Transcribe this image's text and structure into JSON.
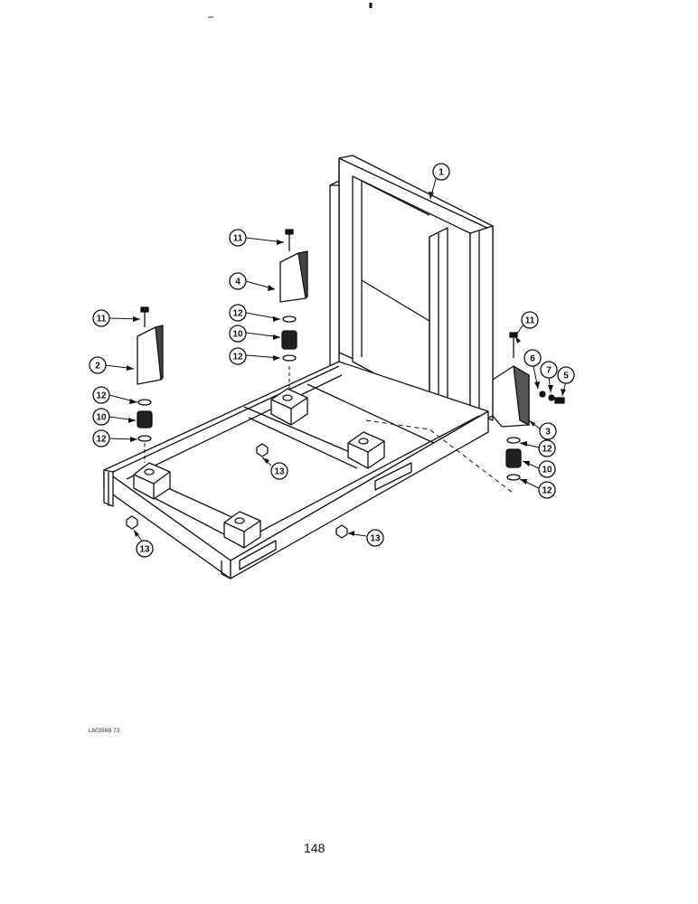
{
  "figure_ref": "L90356B 73",
  "page_number": "148",
  "callouts": [
    {
      "id": "c1",
      "label": "1"
    },
    {
      "id": "c11a",
      "label": "11"
    },
    {
      "id": "c4",
      "label": "4"
    },
    {
      "id": "c12a",
      "label": "12"
    },
    {
      "id": "c10a",
      "label": "10"
    },
    {
      "id": "c12b",
      "label": "12"
    },
    {
      "id": "c11b",
      "label": "11"
    },
    {
      "id": "c2",
      "label": "2"
    },
    {
      "id": "c12c",
      "label": "12"
    },
    {
      "id": "c10b",
      "label": "10"
    },
    {
      "id": "c12d",
      "label": "12"
    },
    {
      "id": "c13a",
      "label": "13"
    },
    {
      "id": "c13b",
      "label": "13"
    },
    {
      "id": "c13c",
      "label": "13"
    },
    {
      "id": "c11c",
      "label": "11"
    },
    {
      "id": "c6",
      "label": "6"
    },
    {
      "id": "c7",
      "label": "7"
    },
    {
      "id": "c5",
      "label": "5"
    },
    {
      "id": "c3",
      "label": "3"
    },
    {
      "id": "c12e",
      "label": "12"
    },
    {
      "id": "c10c",
      "label": "10"
    },
    {
      "id": "c12f",
      "label": "12"
    }
  ]
}
